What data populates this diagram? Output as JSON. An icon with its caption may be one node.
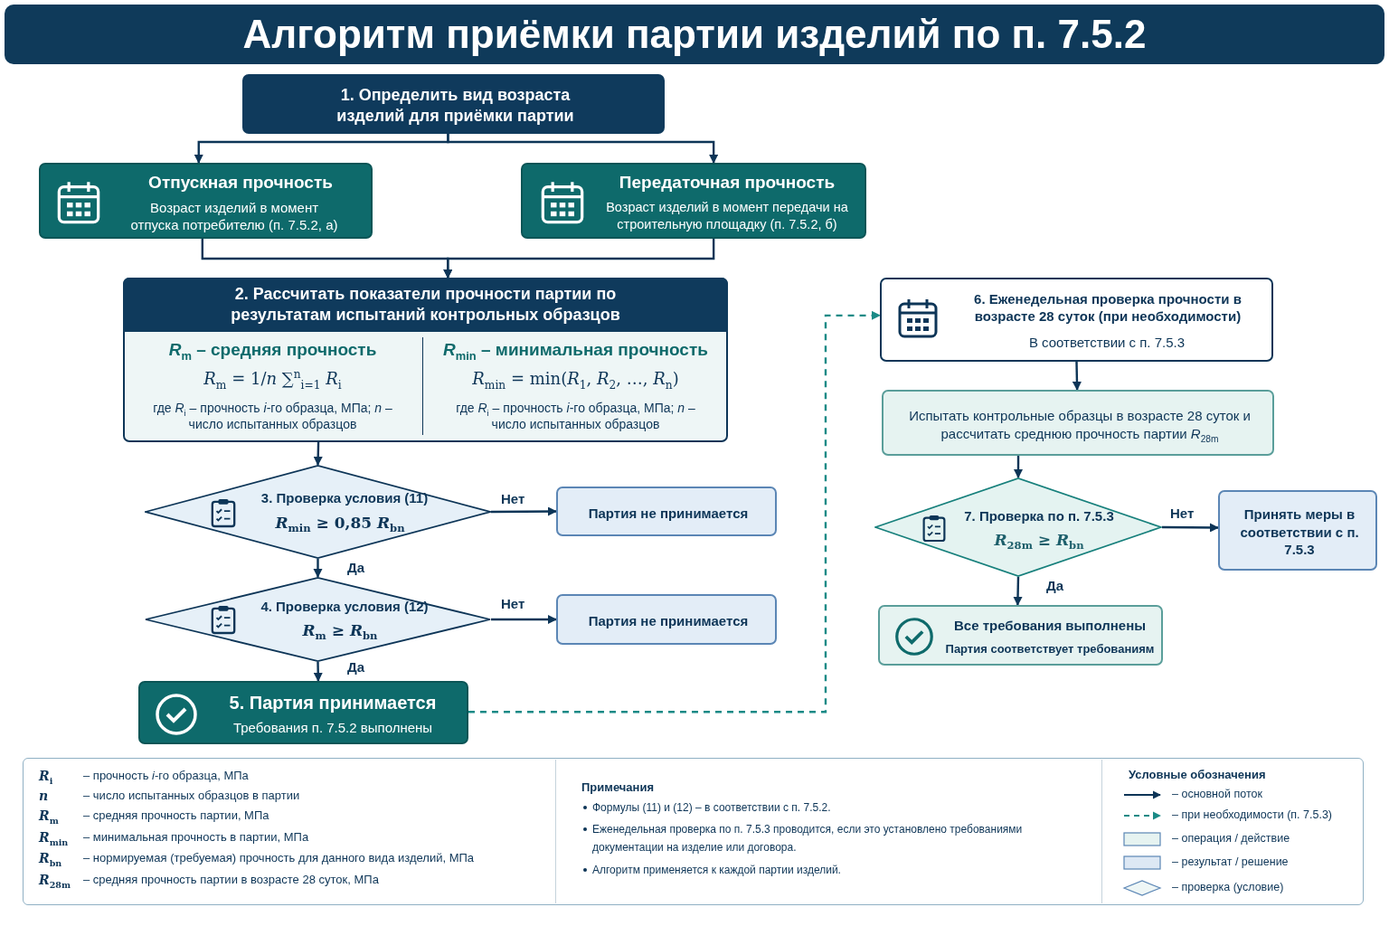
{
  "diagram": {
    "title": "Алгоритм приёмки партии изделий по п. 7.5.2",
    "nodes": [
      {
        "text": [
          "1. Определить вид возраста изделий для приёмки партии"
        ]
      },
      {
        "text": [
          "Отпускная прочность",
          "Возраст изделий в момент отпуска потребителю (п. 7.5.2, а)"
        ]
      },
      {
        "text": [
          "Передаточная прочность",
          "Возраст изделий в момент передачи на строительную площадку (п. 7.5.2, б)"
        ]
      },
      {
        "text": [
          "2. Рассчитать показатели прочности партии по результатам испытаний контрольных образцов",
          "*R*$_{m}$ – средняя прочность",
          "*R*$_{m}$ = 1/*n* ∑$^{n}$$_{i=1}$ *R*$_{i}$",
          "где *R*$_{i}$ – прочность *i*-го образца, МПа; *n* – число испытанных образцов",
          "*R*$_{min}$ – минимальная прочность",
          "*R*$_{min}$ = min(*R*$_{1}$, *R*$_{2}$, …, *R*$_{n}$)",
          "где *R*$_{i}$ – прочность *i*-го образца, МПа; *n* – число испытанных образцов"
        ]
      },
      {
        "text": [
          "3. Проверка условия (11)",
          "*R*$_{min}$ ≥ 0,85 *R*$_{bn}$"
        ]
      },
      {
        "text": [
          "Партия не принимается"
        ]
      },
      {
        "text": [
          "4. Проверка условия (12)",
          "*R*$_{m}$ ≥ *R*$_{bn}$"
        ]
      },
      {
        "text": [
          "Партия не принимается"
        ]
      },
      {
        "text": [
          "5. Партия принимается",
          "Требования п. 7.5.2 выполнены"
        ]
      },
      {
        "text": [
          "6. Еженедельная проверка прочности в возрасте 28 суток (при необходимости)",
          "В соответствии с п. 7.5.3"
        ]
      },
      {
        "text": [
          "Испытать контрольные образцы в возрасте 28 суток и рассчитать среднюю прочность партии *R*$_{28m}$"
        ]
      },
      {
        "text": [
          "7. Проверка по п. 7.5.3",
          "*R*$_{28m}$ ≥ *R*$_{bn}$"
        ]
      },
      {
        "text": [
          "Принять меры в соответствии с п. 7.5.3"
        ]
      },
      {
        "text": [
          "Все требования выполнены",
          "Партия соответствует требованиям"
        ]
      }
    ],
    "edges": [
      {
        "from": 0,
        "to": 1,
        "arrow": "to"
      },
      {
        "from": 0,
        "to": 2,
        "arrow": "to"
      },
      {
        "from": 1,
        "to": 3,
        "arrow": "to"
      },
      {
        "from": 2,
        "to": 3,
        "arrow": "to"
      },
      {
        "from": 3,
        "to": 4,
        "arrow": "to"
      },
      {
        "from": 4,
        "to": 5,
        "arrow": "to",
        "label": "Нет"
      },
      {
        "from": 4,
        "to": 6,
        "arrow": "to",
        "label": "Да"
      },
      {
        "from": 6,
        "to": 7,
        "arrow": "to",
        "label": "Нет"
      },
      {
        "from": 6,
        "to": 8,
        "arrow": "to",
        "label": "Да"
      },
      {
        "from": 8,
        "to": 9,
        "arrow": "to",
        "style": "dashed",
        "color": "#1a8a86"
      },
      {
        "from": 9,
        "to": 10,
        "arrow": "to"
      },
      {
        "from": 10,
        "to": 11,
        "arrow": "to"
      },
      {
        "from": 11,
        "to": 12,
        "arrow": "to",
        "label": "Нет"
      },
      {
        "from": 11,
        "to": 13,
        "arrow": "to",
        "label": "Да"
      }
    ],
    "labels": [
      "*R*$_{i}$",
      "– прочность *i*-го образца, МПа",
      "*n*",
      "– число испытанных образцов в партии",
      "*R*$_{m}$",
      "– средняя прочность партии, МПа",
      "*R*$_{min}$",
      "– минимальная прочность в партии, МПа",
      "*R*$_{bn}$",
      "– нормируемая (требуемая) прочность для данного вида изделий, МПа",
      "*R*$_{28m}$",
      "– средняя прочность партии в возрасте 28 суток, МПа",
      "Примечания",
      "Формулы (11) и (12) – в соответствии с п. 7.5.2.",
      "Еженедельная проверка по п. 7.5.3 проводится, если это установлено требованиями документации на изделие или договора.",
      "Алгоритм применяется к каждой партии изделий.",
      "Условные обозначения"
    ],
    "legend": [
      {
        "text": "– основной поток"
      },
      {
        "text": "– при необходимости (п. 7.5.3)"
      },
      {
        "text": "– операция / действие",
        "color": "#e6f3f1"
      },
      {
        "text": "– результат / решение",
        "color": "#dde8f4"
      },
      {
        "text": "– проверка (условие)"
      }
    ]
  }
}
